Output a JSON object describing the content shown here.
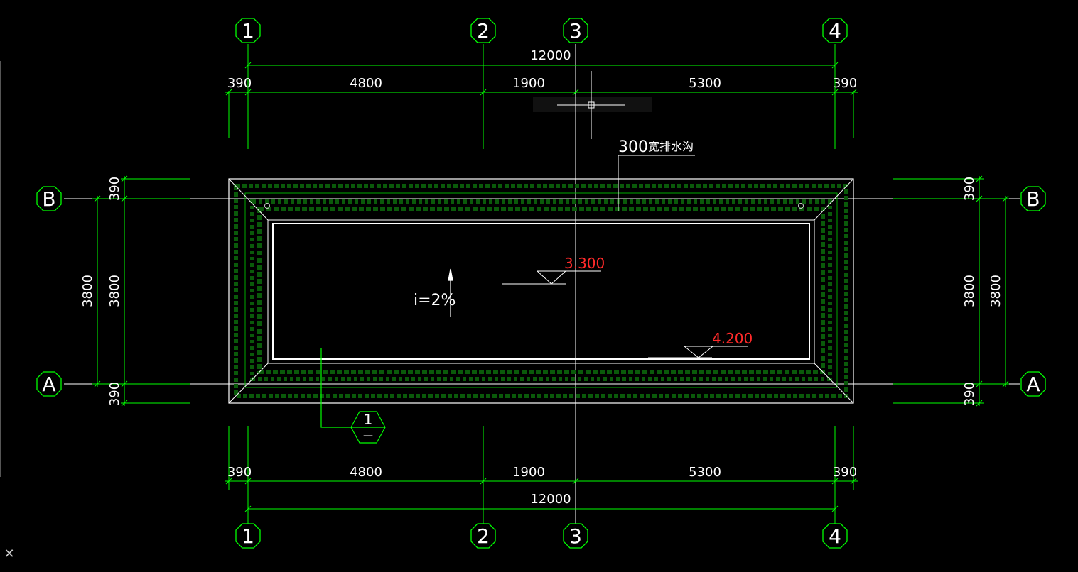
{
  "axes": {
    "grid_numbers": [
      "1",
      "2",
      "3",
      "4"
    ],
    "grid_letters": [
      "B",
      "A"
    ]
  },
  "dimensions": {
    "top_total": "12000",
    "top_segments": [
      "390",
      "4800",
      "1900",
      "5300",
      "390"
    ],
    "bottom_segments": [
      "390",
      "4800",
      "1900",
      "5300",
      "390"
    ],
    "bottom_total": "12000",
    "left_outer": "3800",
    "left_inner": "3800",
    "left_top_small": "390",
    "left_bottom_small": "390",
    "right_inner": "3800",
    "right_outer": "3800",
    "right_top_small": "390",
    "right_bottom_small": "390"
  },
  "annotations": {
    "drain_width": "300",
    "drain_label": "宽排水沟",
    "slope": "i=2%",
    "elevation_1": "3.300",
    "elevation_2": "4.200",
    "detail_top": "1",
    "detail_bottom": "—"
  },
  "colors": {
    "dimension_line": "#00ff00",
    "outline": "#ffffff",
    "elevation_text": "#ff2a2a",
    "background": "#000000"
  },
  "icons": {
    "close": "close-icon"
  }
}
